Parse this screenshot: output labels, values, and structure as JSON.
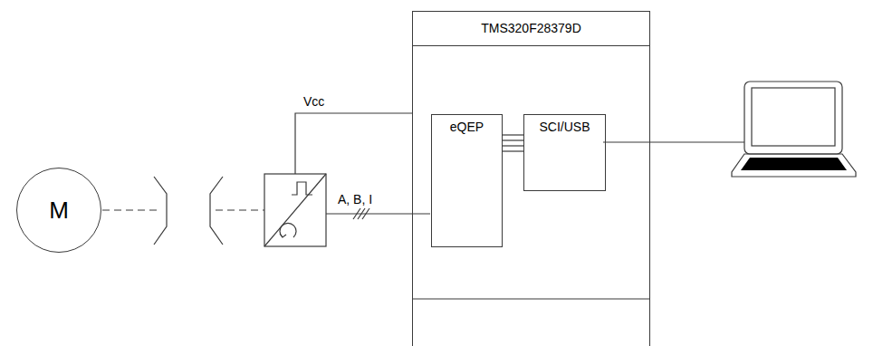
{
  "diagram": {
    "nodes": [
      {
        "text": [
          "M"
        ]
      },
      {
        "text": [
          "TMS320F28379D"
        ]
      },
      {
        "text": [
          "eQEP"
        ],
        "in": 1
      },
      {
        "text": [
          "SCI/USB"
        ],
        "in": 1
      }
    ],
    "edges": [
      {
        "from": 2,
        "to": 3,
        "arrow": "none"
      }
    ],
    "labels": [
      "Vcc",
      "A, B, I"
    ]
  }
}
